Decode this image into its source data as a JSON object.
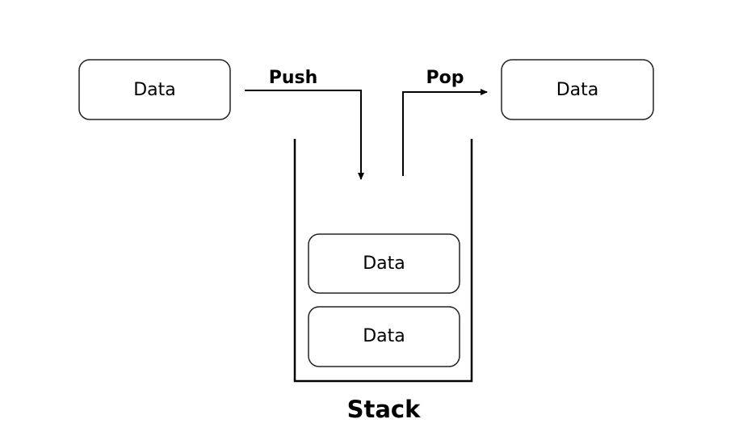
{
  "push": {
    "label": "Push",
    "source_box": "Data"
  },
  "pop": {
    "label": "Pop",
    "target_box": "Data"
  },
  "stack": {
    "label": "Stack",
    "items": [
      "Data",
      "Data"
    ]
  }
}
